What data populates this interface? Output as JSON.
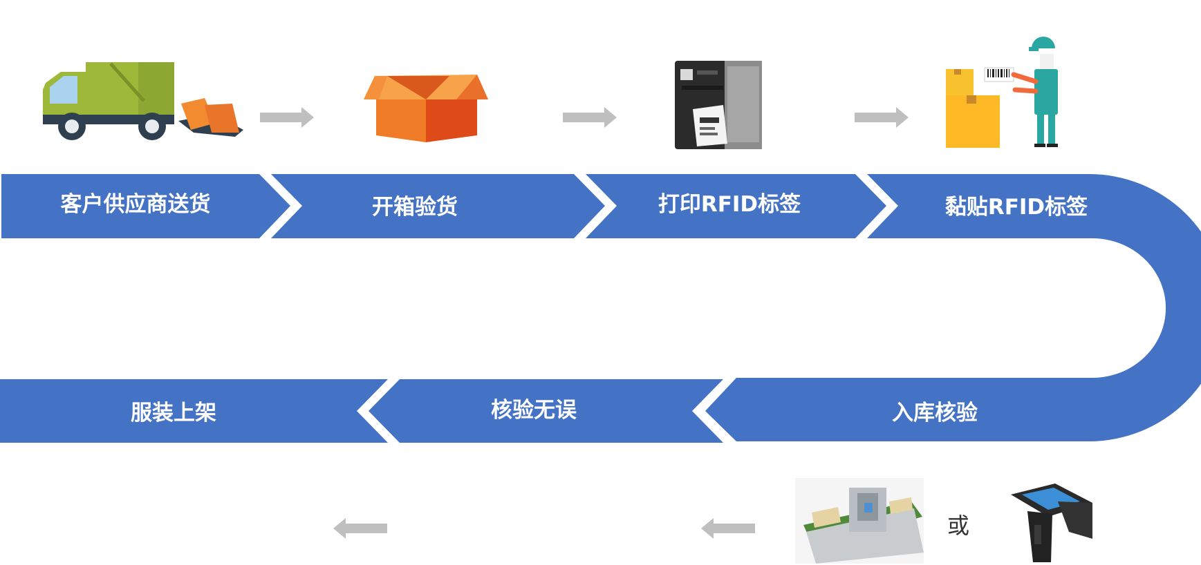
{
  "colors": {
    "ribbon": "#4472C4",
    "arrow_gray": "#BFBFBF",
    "background": "#FFFFFF"
  },
  "top_row": {
    "steps": [
      {
        "label": "客户供应商送货",
        "icon": "delivery-truck-icon"
      },
      {
        "label": "开箱验货",
        "icon": "open-box-icon"
      },
      {
        "label": "打印RFID标签",
        "icon": "label-printer-icon"
      },
      {
        "label": "黏贴RFID标签",
        "icon": "worker-labeling-icon"
      }
    ]
  },
  "bottom_row": {
    "steps": [
      {
        "label": "入库核验",
        "icon": "rfid-tunnel-conveyor-icon"
      },
      {
        "label": "核验无误"
      },
      {
        "label": "服装上架"
      }
    ],
    "alternative_word": "或",
    "alternative_icon": "handheld-rfid-reader-icon"
  },
  "flow_direction_icons": [
    "arrow-right-icon",
    "arrow-left-icon"
  ]
}
